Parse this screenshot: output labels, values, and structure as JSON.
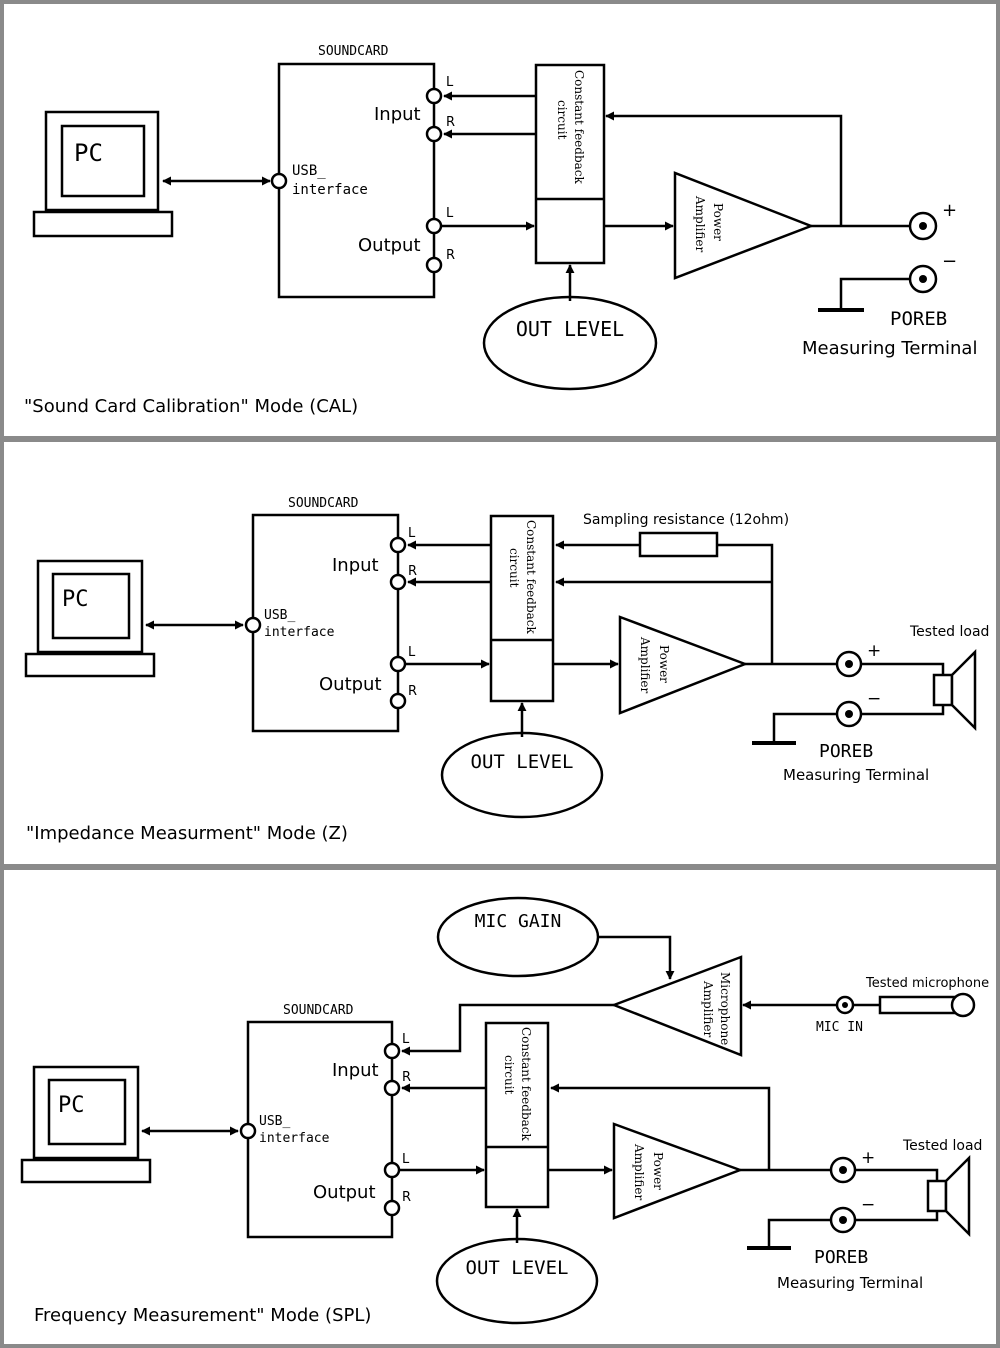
{
  "colors": {
    "frame": "#8a8a8a",
    "line": "#000000",
    "background": "#ffffff"
  },
  "panels": [
    {
      "mode_title": "\"Sound Card Calibration\" Mode (CAL)",
      "soundcard": "SOUNDCARD",
      "pc": "PC",
      "usb_line1": "USB_",
      "usb_line2": "interface",
      "input": "Input",
      "output": "Output",
      "ch_l": "L",
      "ch_r": "R",
      "feedback_line1": "Constant feedback",
      "feedback_line2": "circuit",
      "amp_line1": "Power",
      "amp_line2": "Amplifier",
      "out_level": "OUT LEVEL",
      "plus": "+",
      "minus": "−",
      "poreb": "POREB",
      "measuring_terminal": "Measuring Terminal"
    },
    {
      "mode_title": "\"Impedance Measurment\" Mode  (Z)",
      "soundcard": "SOUNDCARD",
      "pc": "PC",
      "usb_line1": "USB_",
      "usb_line2": "interface",
      "input": "Input",
      "output": "Output",
      "ch_l": "L",
      "ch_r": "R",
      "feedback_line1": "Constant feedback",
      "feedback_line2": "circuit",
      "amp_line1": "Power",
      "amp_line2": "Amplifier",
      "out_level": "OUT LEVEL",
      "plus": "+",
      "minus": "−",
      "poreb": "POREB",
      "measuring_terminal": "Measuring Terminal",
      "sampling_resistance": "Sampling resistance (12ohm)",
      "tested_load": "Tested load"
    },
    {
      "mode_title": "Frequency Measurement\" Mode (SPL)",
      "soundcard": "SOUNDCARD",
      "pc": "PC",
      "usb_line1": "USB_",
      "usb_line2": "interface",
      "input": "Input",
      "output": "Output",
      "ch_l": "L",
      "ch_r": "R",
      "feedback_line1": "Constant feedback",
      "feedback_line2": "circuit",
      "amp_line1": "Power",
      "amp_line2": "Amplifier",
      "out_level": "OUT LEVEL",
      "plus": "+",
      "minus": "−",
      "poreb": "POREB",
      "measuring_terminal": "Measuring Terminal",
      "tested_load": "Tested load",
      "mic_gain": "MIC GAIN",
      "mic_amp_line1": "Microphone",
      "mic_amp_line2": "Amplifier",
      "mic_in": "MIC IN",
      "tested_microphone": "Tested microphone"
    }
  ]
}
